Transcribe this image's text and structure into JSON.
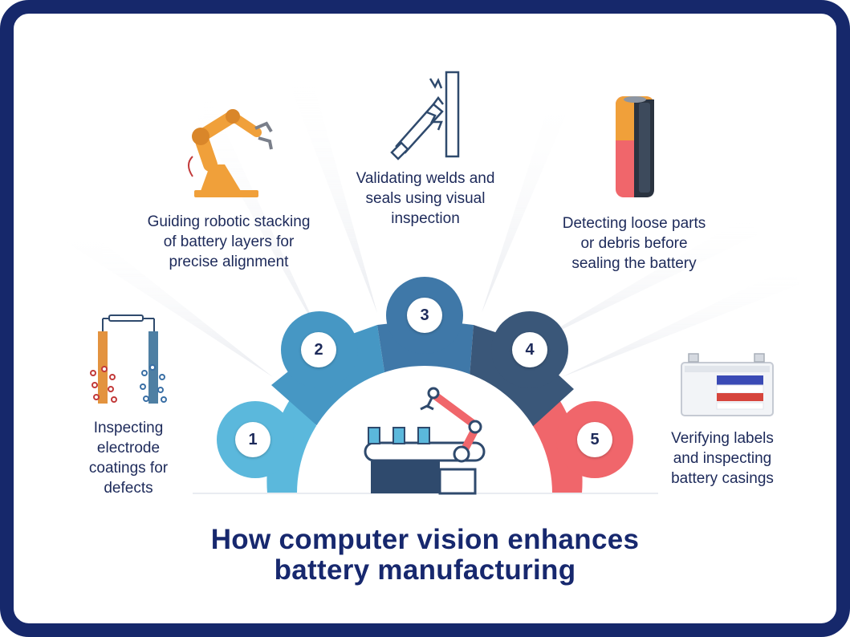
{
  "title": {
    "line1": "How computer vision enhances",
    "line2": "battery manufacturing"
  },
  "steps": [
    {
      "number": "1",
      "lines": [
        "Inspecting",
        "electrode",
        "coatings for",
        "defects"
      ],
      "color": "#5bb8dc",
      "icon": "electrode-icon"
    },
    {
      "number": "2",
      "lines": [
        "Guiding robotic stacking",
        "of battery layers for",
        "precise alignment"
      ],
      "color": "#4697c4",
      "icon": "robotic-arm-icon"
    },
    {
      "number": "3",
      "lines": [
        "Validating welds and",
        "seals using visual",
        "inspection"
      ],
      "color": "#3f78a8",
      "icon": "welding-icon"
    },
    {
      "number": "4",
      "lines": [
        "Detecting loose parts",
        "or debris before",
        "sealing the battery"
      ],
      "color": "#3a5779",
      "icon": "battery-cell-icon"
    },
    {
      "number": "5",
      "lines": [
        "Verifying labels",
        "and inspecting",
        "battery casings"
      ],
      "color": "#f0666b",
      "icon": "battery-casing-icon"
    }
  ],
  "center_icon": "factory-robot-conveyor-icon",
  "colors": {
    "frame": "#16286b",
    "text": "#1d2a5a"
  }
}
